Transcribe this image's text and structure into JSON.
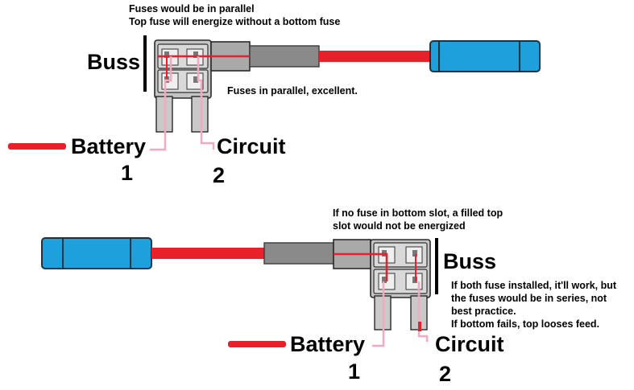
{
  "top": {
    "note_lines": [
      "Fuses would be in parallel",
      "Top fuse will energize without a bottom fuse"
    ],
    "buss_label": "Buss",
    "parallel_note": "Fuses in parallel, excellent.",
    "battery_label": "Battery",
    "circuit_label": "Circuit",
    "battery_number": "1",
    "circuit_number": "2"
  },
  "bottom": {
    "note_lines": [
      "If no fuse in bottom slot, a filled top",
      "slot would not be energized"
    ],
    "buss_label": "Buss",
    "series_note_lines": [
      "If both fuse installed, it'll work, but",
      "the fuses would be in series, not",
      "best practice.",
      "If bottom fails, top looses feed."
    ],
    "battery_label": "Battery",
    "circuit_label": "Circuit",
    "battery_number": "1",
    "circuit_number": "2"
  },
  "colors": {
    "wire_red": "#e8202a",
    "wire_pink": "#f4a9c0",
    "connector_blue": "#1ea0dc",
    "connector_dark": "#1c3440",
    "tap_grey": "#bdbdbd",
    "sleeve_grey": "#858585"
  }
}
